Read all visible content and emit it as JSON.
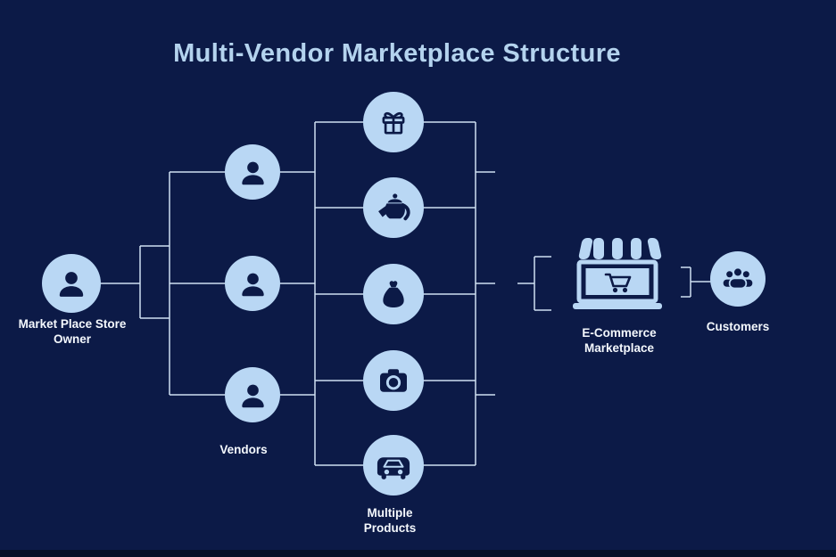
{
  "title": "Multi-Vendor Marketplace Structure",
  "colors": {
    "background": "#0c1a47",
    "bottom_bar": "#071029",
    "node_fill": "#b9d7f4",
    "glyph": "#0c1a47",
    "connector": "#cfe0f2",
    "label_text": "#f4f8fd",
    "title_text": "#b4d3ee"
  },
  "nodes": {
    "owner": {
      "label": "Market Place Store Owner",
      "icon": "person-icon"
    },
    "vendors": {
      "label": "Vendors",
      "icon": "person-icon",
      "count": 3
    },
    "products": {
      "label": "Multiple Products",
      "count": 5,
      "icons": [
        "gift-icon",
        "teapot-icon",
        "money-bag-icon",
        "camera-icon",
        "car-icon"
      ]
    },
    "marketplace": {
      "label": "E-Commerce Marketplace",
      "icon": "storefront-icon"
    },
    "customers": {
      "label": "Customers",
      "icon": "people-group-icon"
    }
  }
}
